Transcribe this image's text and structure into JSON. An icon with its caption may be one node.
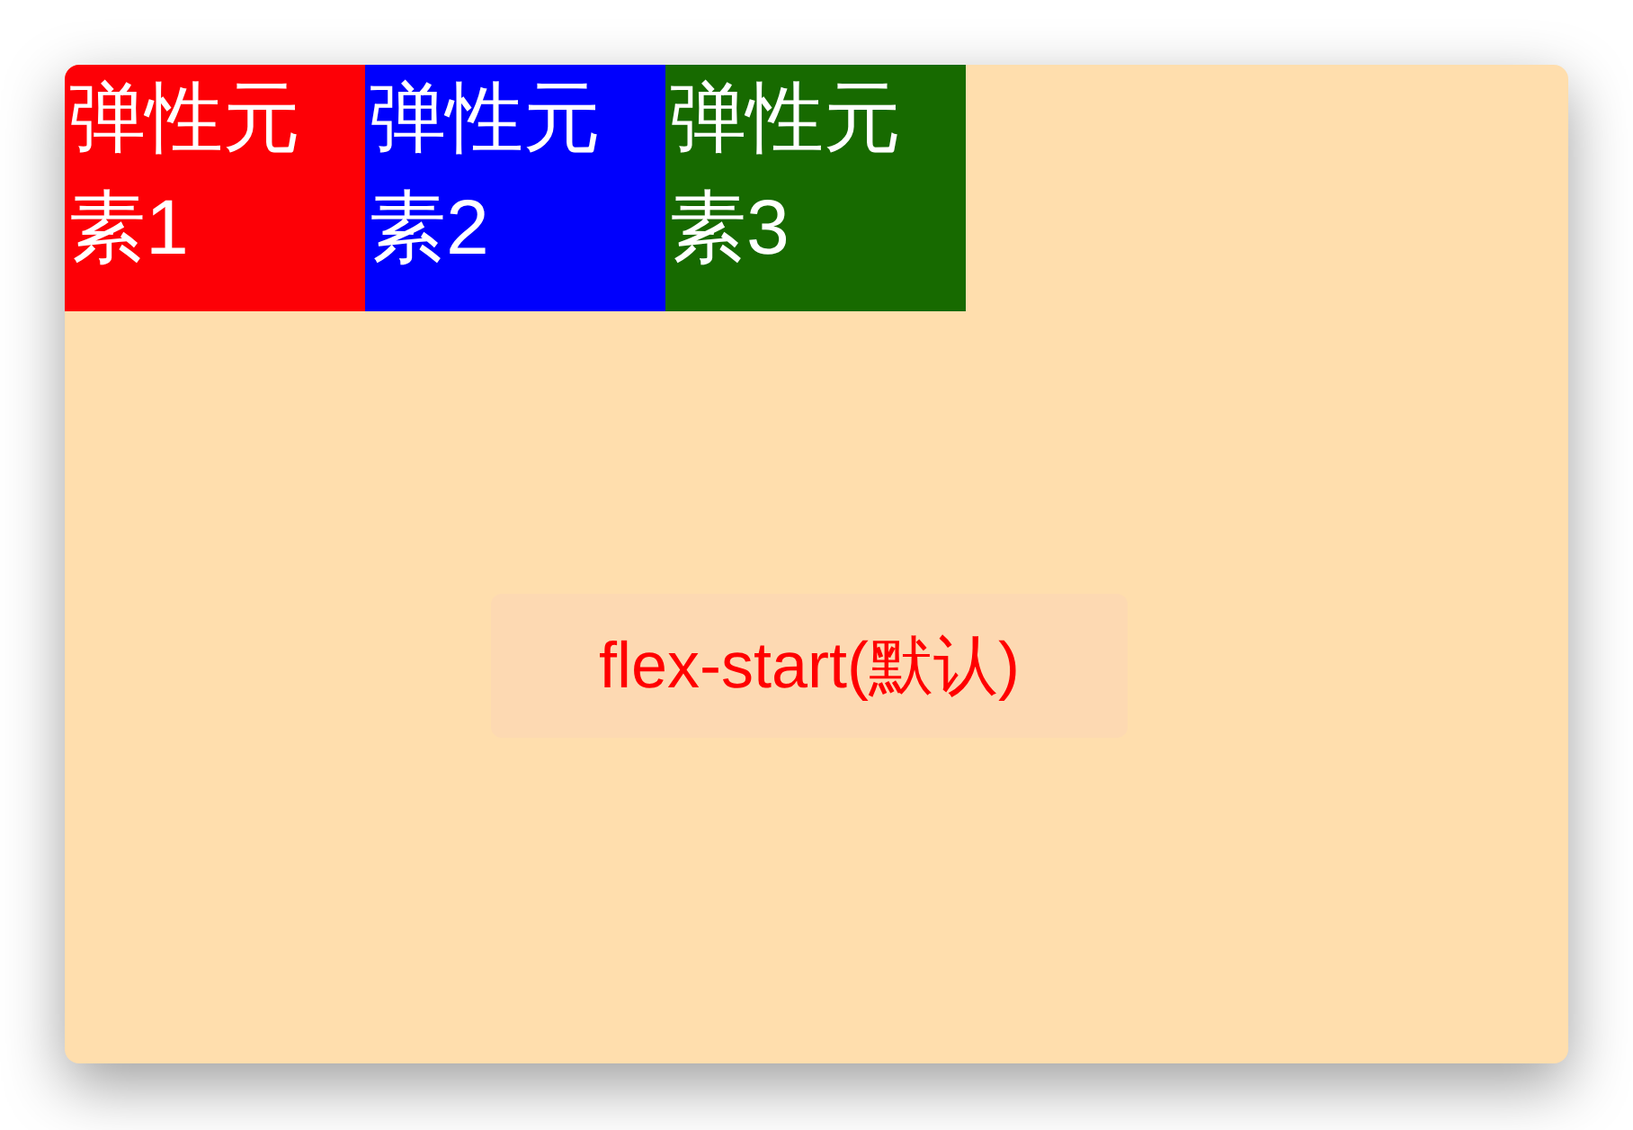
{
  "diagram": {
    "nodes": [
      {
        "text": [],
        "shape": "box"
      },
      {
        "text": [
          "弹性元素1"
        ],
        "in": 0
      },
      {
        "text": [
          "弹性元素2"
        ],
        "in": 0
      },
      {
        "text": [
          "弹性元素3"
        ],
        "in": 0
      }
    ],
    "labels": [
      "flex-start(默认)"
    ]
  }
}
